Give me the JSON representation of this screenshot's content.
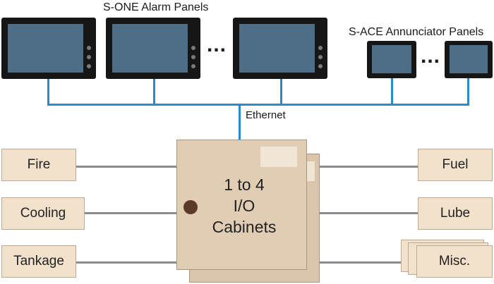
{
  "alarm_panels": {
    "label": "S-ONE Alarm Panels",
    "ellipsis": "..."
  },
  "annunciator_panels": {
    "label": "S-ACE Annunciator Panels",
    "ellipsis": "..."
  },
  "network": {
    "label": "Ethernet"
  },
  "cabinets": {
    "line1": "1 to 4",
    "line2": "I/O",
    "line3": "Cabinets"
  },
  "left_io": [
    "Fire",
    "Cooling",
    "Tankage"
  ],
  "right_io": [
    "Fuel",
    "Lube",
    "Misc."
  ],
  "colors": {
    "ethernet_line": "#2a8ad0",
    "screen": "#4e6d87",
    "io_box_fill": "#f2e2cc",
    "cabinet_fill": "#e1cdb3",
    "wire": "#8c8c8c"
  }
}
